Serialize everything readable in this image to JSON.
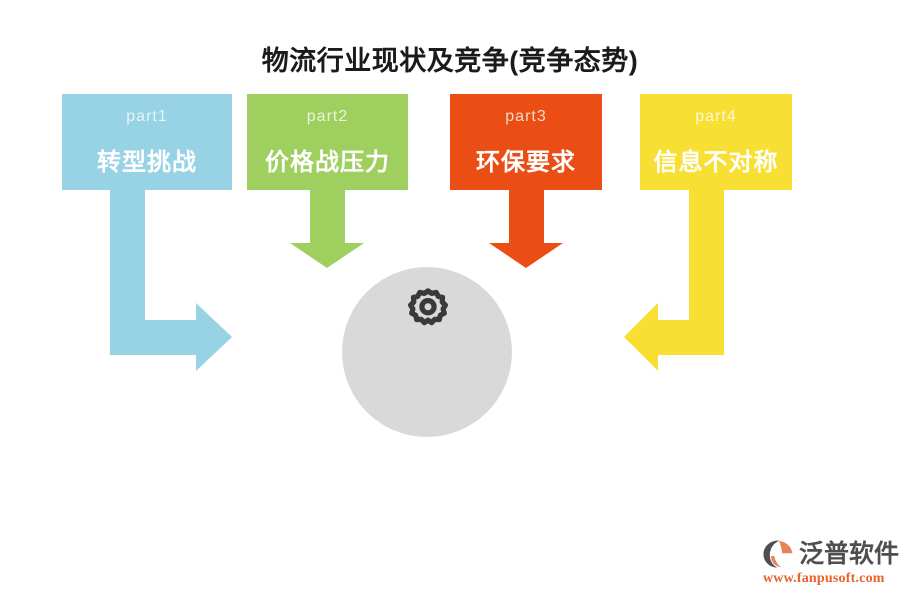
{
  "page": {
    "title": "物流行业现状及竞争(竞争态势)"
  },
  "parts": [
    {
      "label": "part1",
      "title": "转型挑战",
      "color": "#97d2e5",
      "arrow": "elbow-down-right"
    },
    {
      "label": "part2",
      "title": "价格战压力",
      "color": "#9fcf5f",
      "arrow": "down"
    },
    {
      "label": "part3",
      "title": "环保要求",
      "color": "#ea4e14",
      "arrow": "down"
    },
    {
      "label": "part4",
      "title": "信息不对称",
      "color": "#f8df33",
      "arrow": "elbow-down-left"
    }
  ],
  "center": {
    "icon": "gear-icon",
    "circle_color": "#d9d9d9",
    "icon_color": "#3a3a3a"
  },
  "logo": {
    "name": "泛普软件",
    "url": "www.fanpusoft.com",
    "mark_color": "#4f4f4f",
    "accent_color": "#e8825a",
    "url_color": "#e8622a"
  }
}
